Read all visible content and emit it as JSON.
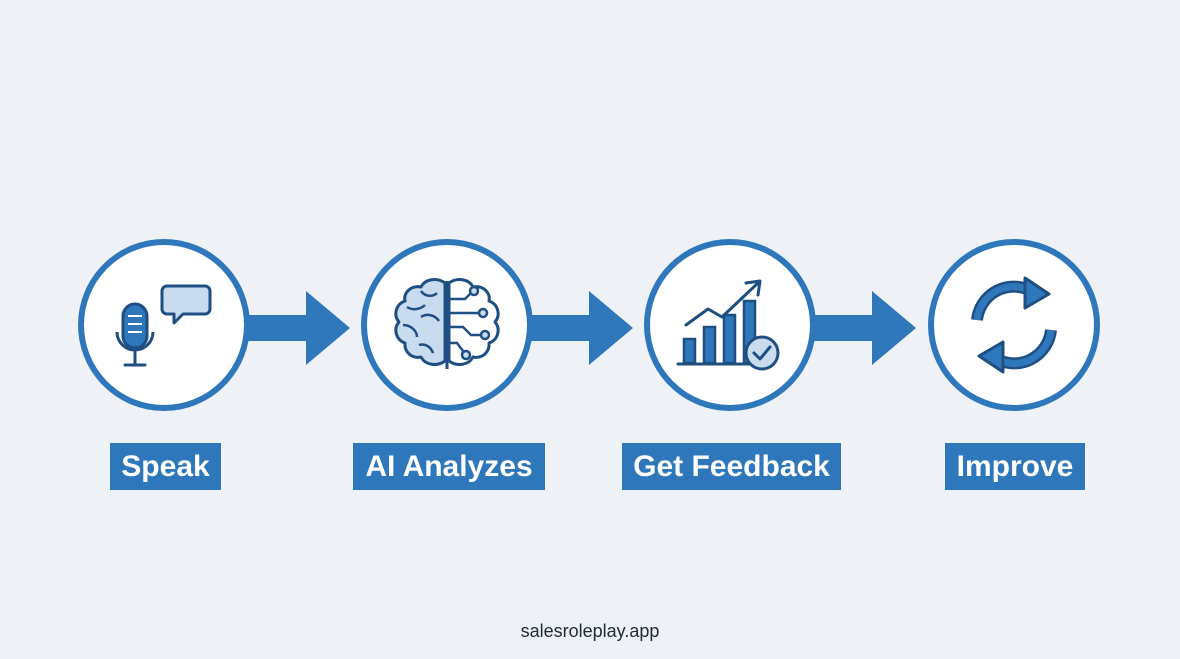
{
  "colors": {
    "background": "#eef2f6",
    "accent": "#2f77bb",
    "icon_stroke": "#1f4f82",
    "icon_fill": "#c9dcef",
    "label_text": "#ffffff"
  },
  "steps": [
    {
      "label": "Speak",
      "icon": "microphone-speech-bubble-icon"
    },
    {
      "label": "AI Analyzes",
      "icon": "brain-circuit-icon"
    },
    {
      "label": "Get Feedback",
      "icon": "chart-growth-check-icon"
    },
    {
      "label": "Improve",
      "icon": "refresh-cycle-icon"
    }
  ],
  "footer": {
    "text": "salesroleplay.app"
  }
}
